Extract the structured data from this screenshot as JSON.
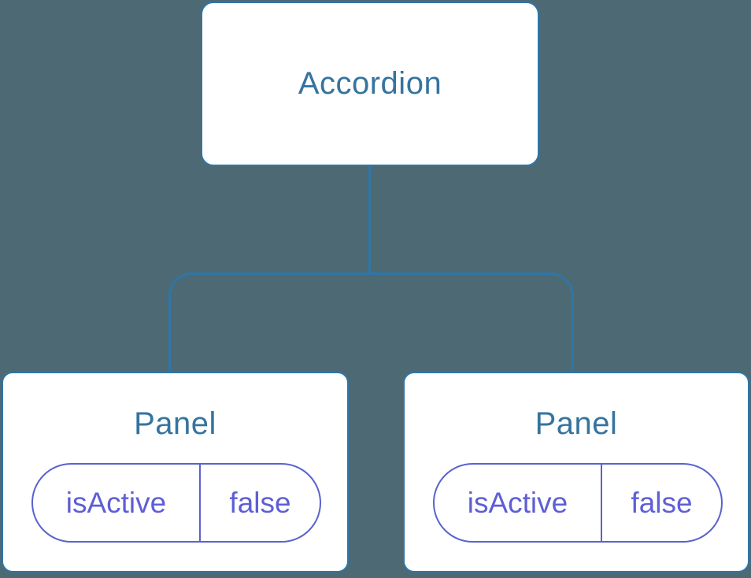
{
  "tree": {
    "root": {
      "label": "Accordion"
    },
    "children": [
      {
        "label": "Panel",
        "state": {
          "key": "isActive",
          "value": "false"
        }
      },
      {
        "label": "Panel",
        "state": {
          "key": "isActive",
          "value": "false"
        }
      }
    ]
  },
  "colors": {
    "background": "#4d6a74",
    "line-blue": "#2e76a8",
    "text-blue": "#35749e",
    "purple-line": "#5a62cd",
    "purple-text": "#5e5ed7",
    "node-fill": "#ffffff"
  }
}
